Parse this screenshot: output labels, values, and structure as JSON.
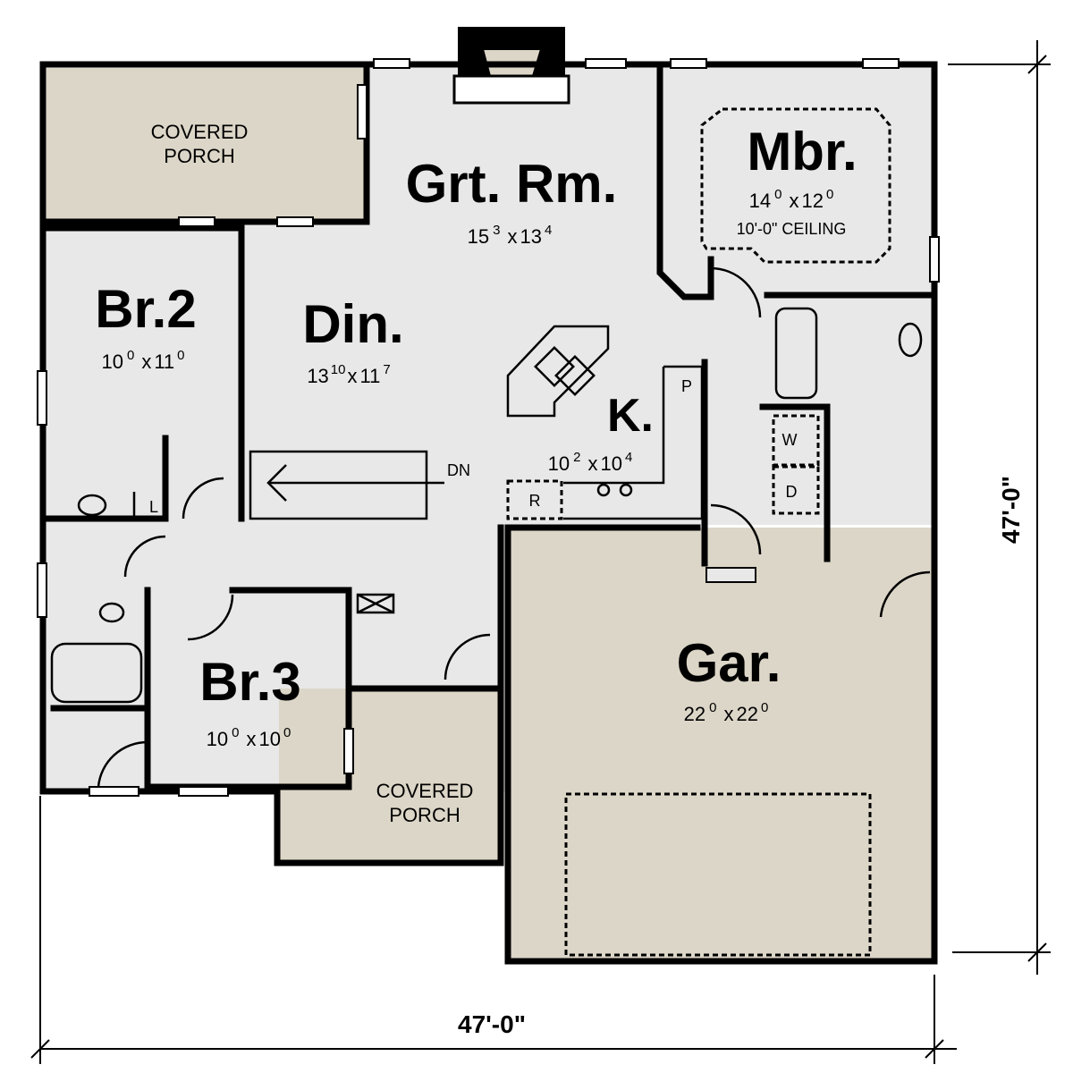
{
  "rooms": {
    "great_room": {
      "name": "Grt. Rm.",
      "w_ft": "15",
      "w_in": "3",
      "x": "x",
      "h_ft": "13",
      "h_in": "4"
    },
    "master": {
      "name": "Mbr.",
      "w_ft": "14",
      "w_in": "0",
      "x": "x",
      "h_ft": "12",
      "h_in": "0",
      "note": "10'-0\" CEILING"
    },
    "br2": {
      "name": "Br.2",
      "w_ft": "10",
      "w_in": "0",
      "x": "x",
      "h_ft": "11",
      "h_in": "0"
    },
    "dining": {
      "name": "Din.",
      "w_ft": "13",
      "w_in": "10",
      "x": "x",
      "h_ft": "11",
      "h_in": "7"
    },
    "kitchen": {
      "name": "K.",
      "w_ft": "10",
      "w_in": "2",
      "x": "x",
      "h_ft": "10",
      "h_in": "4"
    },
    "br3": {
      "name": "Br.3",
      "w_ft": "10",
      "w_in": "0",
      "x": "x",
      "h_ft": "10",
      "h_in": "0"
    },
    "garage": {
      "name": "Gar.",
      "w_ft": "22",
      "w_in": "0",
      "x": "x",
      "h_ft": "22",
      "h_in": "0"
    },
    "porch_back": {
      "line1": "COVERED",
      "line2": "PORCH"
    },
    "porch_front": {
      "line1": "COVERED",
      "line2": "PORCH"
    }
  },
  "fixtures": {
    "pantry": "P",
    "refrigerator": "R",
    "washer": "W",
    "dryer": "D",
    "linen": "L",
    "stairs": "DN"
  },
  "dimensions": {
    "width": "47'-0\"",
    "depth": "47'-0\""
  },
  "colors": {
    "room": "#e8e8e8",
    "porch": "#dcd6c8",
    "wall": "#000000"
  }
}
